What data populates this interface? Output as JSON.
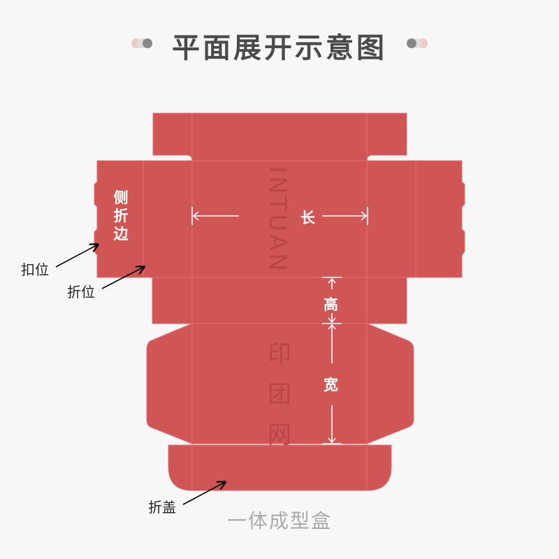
{
  "title": "平面展开示意图",
  "caption": "一体成型盒",
  "labels": {
    "side_fold": "侧折边",
    "length": "长",
    "height": "高",
    "width": "宽",
    "tab": "扣位",
    "fold": "折位",
    "fold_lid": "折盖"
  },
  "watermark": {
    "latin": "INTUAN",
    "chinese": "印团网"
  },
  "colors": {
    "box": "#d05555",
    "fold_line": "#e87070",
    "watermark": "#b94545",
    "title": "#4a4a4a"
  }
}
